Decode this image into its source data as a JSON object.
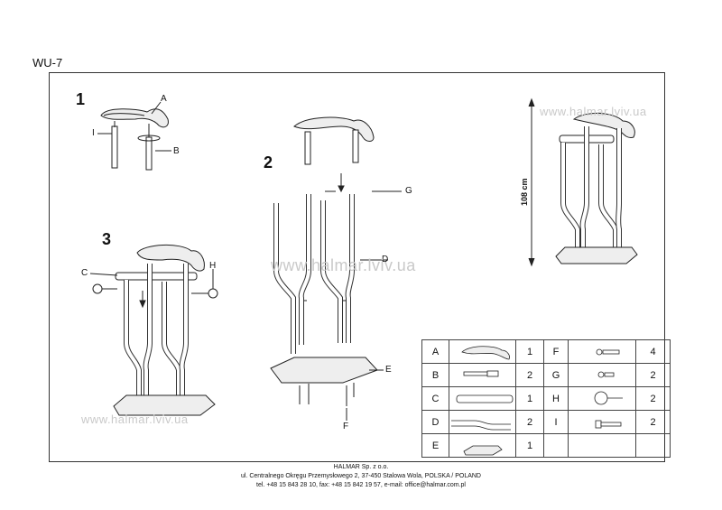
{
  "model": "WU-7",
  "watermark": "www.halmar.lviv.ua",
  "steps": [
    "1",
    "2",
    "3"
  ],
  "labels": {
    "A": "A",
    "B": "B",
    "C": "C",
    "D": "D",
    "E": "E",
    "F": "F",
    "G": "G",
    "H": "H",
    "I": "I"
  },
  "height": "108 cm",
  "parts": [
    {
      "key": "A",
      "qty": "1",
      "key2": "F",
      "qty2": "4"
    },
    {
      "key": "B",
      "qty": "2",
      "key2": "G",
      "qty2": "2"
    },
    {
      "key": "C",
      "qty": "1",
      "key2": "H",
      "qty2": "2"
    },
    {
      "key": "D",
      "qty": "2",
      "key2": "I",
      "qty2": "2"
    },
    {
      "key": "E",
      "qty": "1",
      "key2": "",
      "qty2": ""
    }
  ],
  "footer": [
    "HALMAR Sp. z o.o.",
    "ul. Centralnego Okręgu Przemysłowego 2, 37-450 Stalowa Wola, POLSKA / POLAND",
    "tel. +48 15 843 28 10, fax: +48 15 842 19 57, e-mail: office@halmar.com.pl"
  ]
}
